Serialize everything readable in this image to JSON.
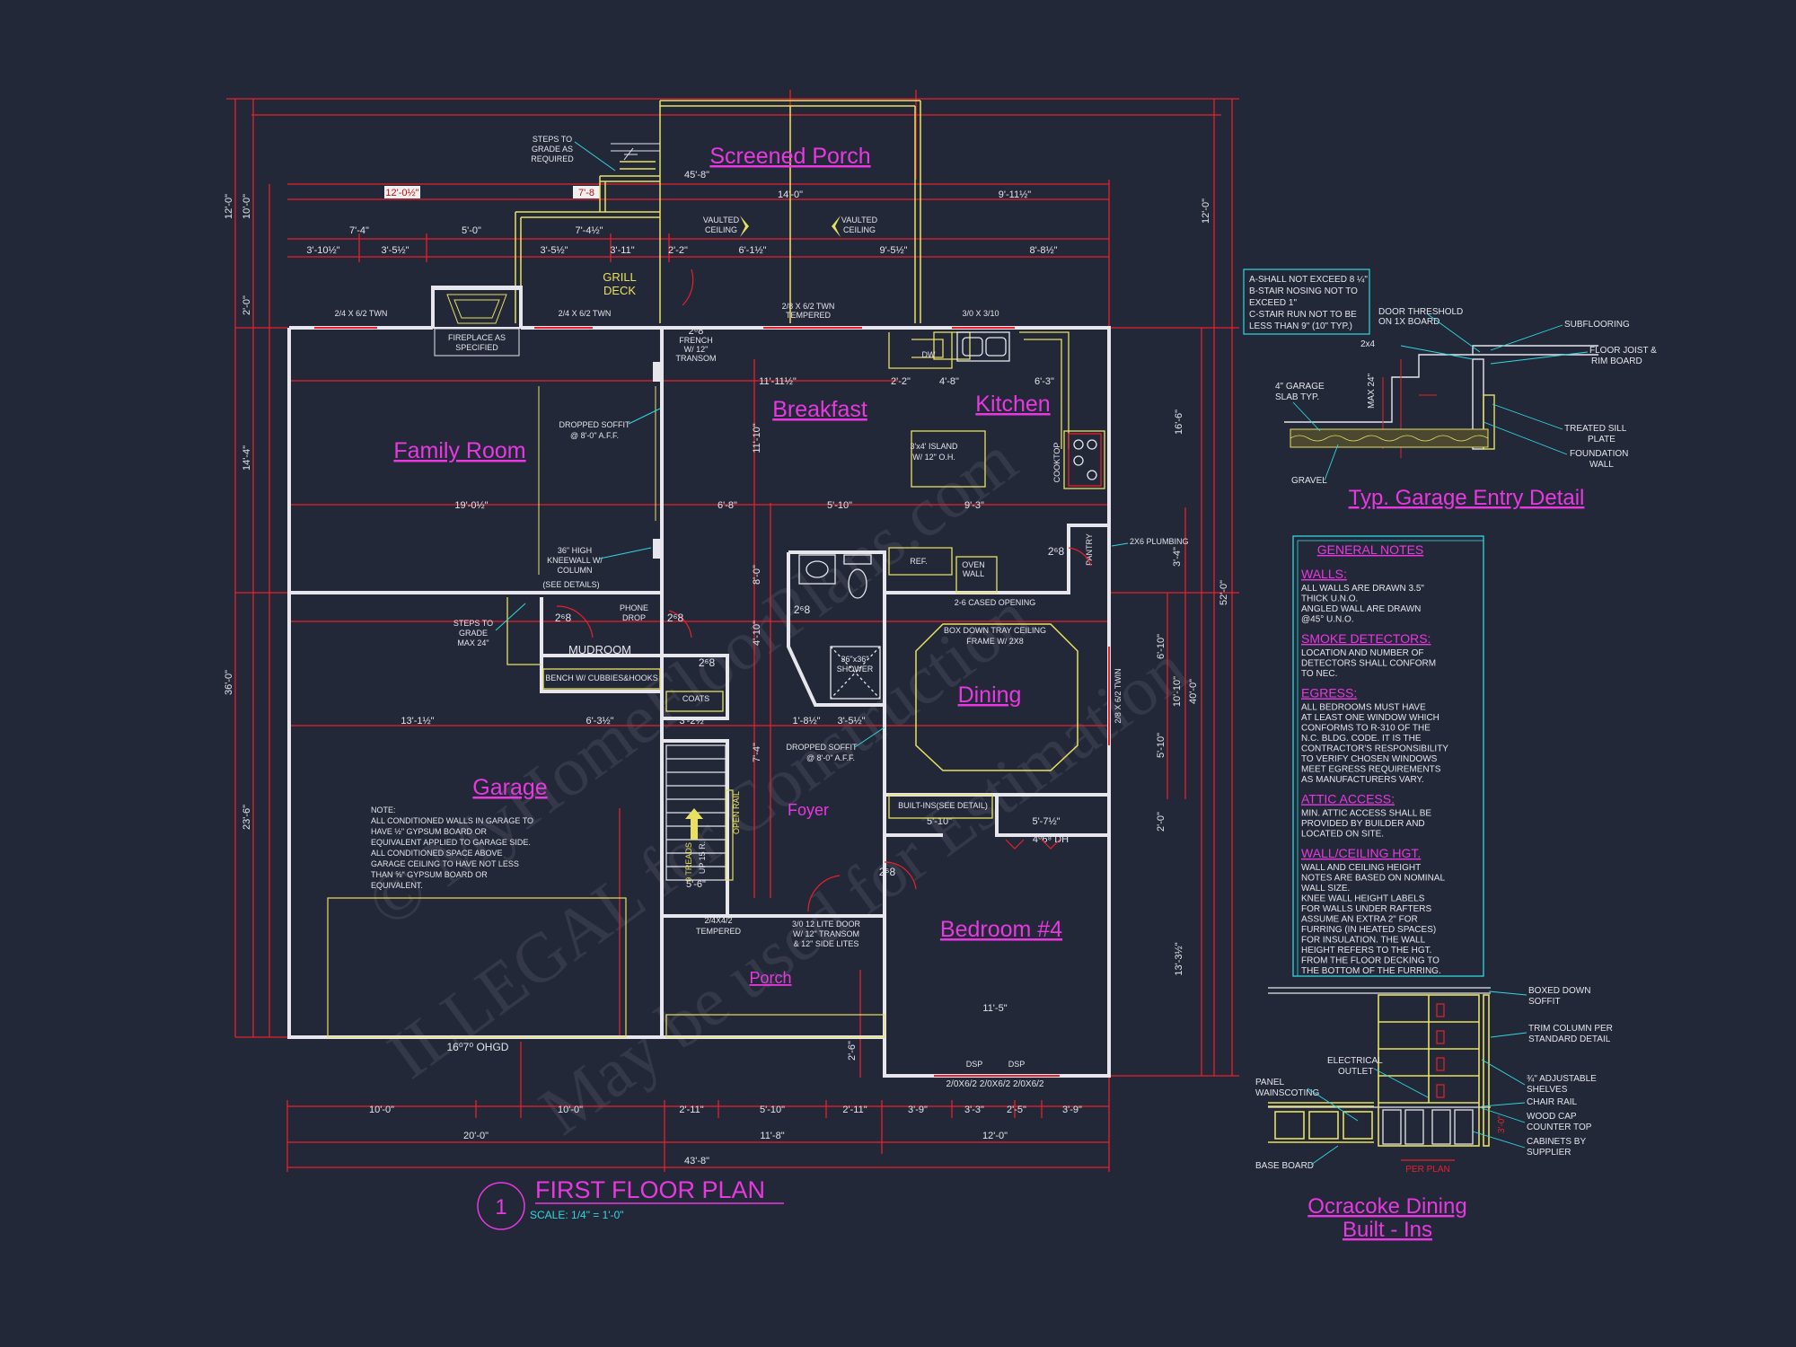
{
  "plan_title": "FIRST FLOOR PLAN",
  "plan_number": "1",
  "plan_scale": "SCALE: 1/4\" = 1'-0\"",
  "watermark": [
    "© MyHomeFloorPlans.com",
    "ILLEGAL for Construction",
    "May be used for Estimation"
  ],
  "rooms": {
    "screened_porch": "Screened Porch",
    "family_room": "Family Room",
    "breakfast": "Breakfast",
    "kitchen": "Kitchen",
    "garage": "Garage",
    "dining": "Dining",
    "foyer": "Foyer",
    "bedroom4": "Bedroom #4",
    "porch": "Porch",
    "mudroom": "MUDROOM",
    "grill_deck_1": "GRILL",
    "grill_deck_2": "DECK"
  },
  "labels": {
    "steps": [
      "STEPS TO",
      "GRADE AS",
      "REQUIRED"
    ],
    "vaulted": [
      "VAULTED",
      "CEILING"
    ],
    "twin_left": "2/4 X 6/2 TWN",
    "twin_mid": "2/4 X 6/2 TWN",
    "twin_porch": [
      "2/8 X 6/2 TWN",
      "TEMPERED"
    ],
    "window_kitchen": "3/0 X 3/10",
    "fireplace": [
      "FIREPLACE AS",
      "SPECIFIED"
    ],
    "french": [
      "2⁶8",
      "FRENCH",
      "W/ 12\"",
      "TRANSOM"
    ],
    "dropped_soffit_1": [
      "DROPPED SOFFIT",
      "@ 8'-0\" A.F.F."
    ],
    "dw": "DW",
    "island": [
      "3'x4' ISLAND",
      "W/ 12\" O.H."
    ],
    "cooktop": "COOKTOP",
    "ref": "REF.",
    "oven": [
      "OVEN",
      "WALL"
    ],
    "pantry": "PANTRY",
    "plumbing": "2X6 PLUMBING",
    "kneewall": [
      "36\" HIGH",
      "KNEEWALL W/",
      "COLUMN",
      "(SEE DETAILS)"
    ],
    "phone": [
      "PHONE",
      "DROP"
    ],
    "steps_grade": [
      "STEPS TO",
      "GRADE",
      "MAX 24\""
    ],
    "bench": "BENCH W/ CUBBIES&HOOKS",
    "coats": "COATS",
    "cased": "2-6 CASED OPENING",
    "tray": [
      "BOX DOWN TRAY CEILING",
      "FRAME W/ 2X8"
    ],
    "shower": [
      "36\"x36\"",
      "SHOWER"
    ],
    "twin_dining": "2/8 X 6/2 TWIN",
    "dropped_soffit_2": [
      "DROPPED SOFFIT",
      "@ 8'-0\" A.F.F."
    ],
    "builtins": "BUILT-INS(SEE DETAIL)",
    "dh": "4⁰6⁸ DH",
    "treads": "9 TREADS",
    "up": "UP 15 R.",
    "open_rail": "OPEN RAIL",
    "tempered_door": [
      "2/4X4/2",
      "TEMPERED"
    ],
    "lite_door": [
      "3/0 12 LITE DOOR",
      "W/ 12\" TRANSOM",
      "& 12\" SIDE LITES"
    ],
    "ohgd": "16⁰7⁰ OHGD",
    "dsp_1": "DSP",
    "dsp_2": "DSP",
    "bed_windows": "2/0X6/2  2/0X6/2  2/0X6/2",
    "door_26": "2⁶8",
    "garage_note": [
      "NOTE:",
      "ALL CONDITIONED WALLS IN GARAGE TO",
      "HAVE ½\" GYPSUM BOARD OR",
      "EQUIVALENT APPLIED TO GARAGE SIDE.",
      "ALL CONDITIONED SPACE ABOVE",
      "GARAGE CEILING TO HAVE NOT LESS",
      "THAN ⅝\" GYPSUM BOARD OR",
      "EQUIVALENT."
    ]
  },
  "dims": {
    "top_12": "12'-0½\"",
    "top_7_8": "7'-8",
    "d_45_8": "45'-8\"",
    "d_14_0": "14'-0\"",
    "d_9_11": "9'-11½\"",
    "d_7_4": "7'-4\"",
    "d_5_0": "5'-0\"",
    "d_7_4b": "7'-4½\"",
    "d_3_10": "3'-10½\"",
    "d_3_5": "3'-5½\"",
    "d_3_5b": "3'-5½\"",
    "d_3_11": "3'-11\"",
    "d_2_2": "2'-2\"",
    "d_6_1": "6'-1½\"",
    "d_9_5": "9'-5½\"",
    "d_8_8": "8'-8½\"",
    "d_11_11": "11'-11½\"",
    "d_2_2b": "2'-2\"",
    "d_4_8": "4'-8\"",
    "d_6_3": "6'-3\"",
    "d_19_0": "19'-0½\"",
    "d_6_8": "6'-8\"",
    "d_5_10": "5'-10\"",
    "d_9_3": "9'-3\"",
    "d_13_1": "13'-1½\"",
    "d_6_3b": "6'-3½\"",
    "d_3_2": "3'-2½\"",
    "d_1_8": "1'-8½\"",
    "d_3_5c": "3'-5½\"",
    "d_5_10b": "5'-10\"",
    "d_5_6": "5'-6\"",
    "d_5_10c": "5'-10\"",
    "d_5_7": "5'-7½\"",
    "d_11_5": "11'-5\"",
    "b_10_0a": "10'-0\"",
    "b_10_0b": "10'-0\"",
    "b_2_11a": "2'-11\"",
    "b_5_10": "5'-10\"",
    "b_2_11b": "2'-11\"",
    "b_3_9a": "3'-9\"",
    "b_3_3": "3'-3\"",
    "b_2_5": "2'-5\"",
    "b_3_9b": "3'-9\"",
    "b_20_0": "20'-0\"",
    "b_11_8": "11'-8\"",
    "b_12_0": "12'-0\"",
    "b_43_8": "43'-8\"",
    "l_10_0": "10'-0\"",
    "l_12_0": "12'-0\"",
    "l_2_0": "2'-0\"",
    "l_14_4": "14'-4\"",
    "l_36_0": "36'-0\"",
    "l_23_6": "23'-6\"",
    "r_12_0": "12'-0\"",
    "r_16_6": "16'-6\"",
    "r_52_0": "52'-0\"",
    "r_40_0": "40'-0\"",
    "r_3_4": "3'-4\"",
    "r_6_10": "6'-10\"",
    "r_10_10": "10'-10\"",
    "r_5_10": "5'-10\"",
    "r_2_0": "2'-0\"",
    "r_13_3": "13'-3½\"",
    "v_11_10": "11'-10\"",
    "v_8_0": "8'-0\"",
    "v_4_10": "4'-10\"",
    "v_7_4": "7'-4\"",
    "v_2_6": "2'-6\""
  },
  "garage_detail": {
    "title": "Typ. Garage Entry Detail",
    "notes": [
      "A-SHALL NOT EXCEED 8 ¼\"",
      "B-STAIR NOSING NOT TO",
      "  EXCEED 1\"",
      "C-STAIR RUN NOT TO BE",
      "  LESS THAN 9\" (10\" TYP.)"
    ],
    "threshold": [
      "DOOR THRESHOLD",
      "ON 1X BOARD"
    ],
    "subfloor": "SUBFLOORING",
    "joist": [
      "FLOOR JOIST &",
      "RIM BOARD"
    ],
    "two_by_four": "2x4",
    "slab": [
      "4\" GARAGE",
      "SLAB TYP."
    ],
    "sill": [
      "TREATED SILL",
      "PLATE"
    ],
    "foundation": [
      "FOUNDATION",
      "WALL"
    ],
    "gravel": "GRAVEL",
    "max": "MAX 24\""
  },
  "general_notes": {
    "title": "GENERAL NOTES",
    "sections": [
      {
        "heading": "WALLS:",
        "lines": [
          "ALL WALLS ARE DRAWN 3.5\"",
          "THICK U.N.O.",
          "ANGLED WALL ARE DRAWN",
          "@45° U.N.O."
        ]
      },
      {
        "heading": "SMOKE DETECTORS:",
        "lines": [
          "LOCATION AND NUMBER OF",
          "DETECTORS SHALL CONFORM",
          "TO NEC."
        ]
      },
      {
        "heading": "EGRESS:",
        "lines": [
          "ALL BEDROOMS MUST HAVE",
          "AT LEAST ONE WINDOW WHICH",
          "CONFORMS TO R-310 OF THE",
          "N.C. BLDG. CODE. IT IS THE",
          "CONTRACTOR'S RESPONSIBILITY",
          "TO VERIFY CHOSEN WINDOWS",
          "MEET EGRESS REQUIREMENTS",
          "AS MANUFACTURERS VARY."
        ]
      },
      {
        "heading": "ATTIC ACCESS:",
        "lines": [
          "MIN. ATTIC ACCESS SHALL BE",
          "PROVIDED BY BUILDER AND",
          "LOCATED ON SITE."
        ]
      },
      {
        "heading": "WALL/CEILING HGT.",
        "lines": [
          "WALL AND CEILING HEIGHT",
          "NOTES ARE BASED ON NOMINAL",
          "WALL SIZE.",
          "KNEE WALL HEIGHT LABELS",
          "FOR WALLS UNDER RAFTERS",
          "ASSUME AN EXTRA 2\" FOR",
          "FURRING (IN HEATED SPACES)",
          "FOR INSULATION. THE WALL",
          "HEIGHT REFERS TO THE HGT.",
          "FROM THE FLOOR DECKING TO",
          "THE BOTTOM OF THE FURRING."
        ]
      }
    ]
  },
  "dining_detail": {
    "title_1": "Ocracoke Dining",
    "title_2": "Built - Ins",
    "boxed": [
      "BOXED DOWN",
      "SOFFIT"
    ],
    "trim": [
      "TRIM COLUMN PER",
      "STANDARD DETAIL"
    ],
    "electrical": [
      "ELECTRICAL",
      "OUTLET"
    ],
    "panel": [
      "PANEL",
      "WAINSCOTING"
    ],
    "shelves": [
      "¾\" ADJUSTABLE",
      "SHELVES"
    ],
    "chair": "CHAIR RAIL",
    "wood_cap": [
      "WOOD CAP",
      "COUNTER TOP"
    ],
    "cabinets": [
      "CABINETS BY",
      "SUPPLIER"
    ],
    "base": "BASE BOARD",
    "per_plan": "PER PLAN",
    "dim_30": "3'-0\""
  },
  "colors": {
    "background": "#232838",
    "wall": "#e6e6ec",
    "dimension": "#e8202c",
    "room_label": "#e838e0",
    "annotation": "#e8e060",
    "detail": "#30d8e0"
  }
}
